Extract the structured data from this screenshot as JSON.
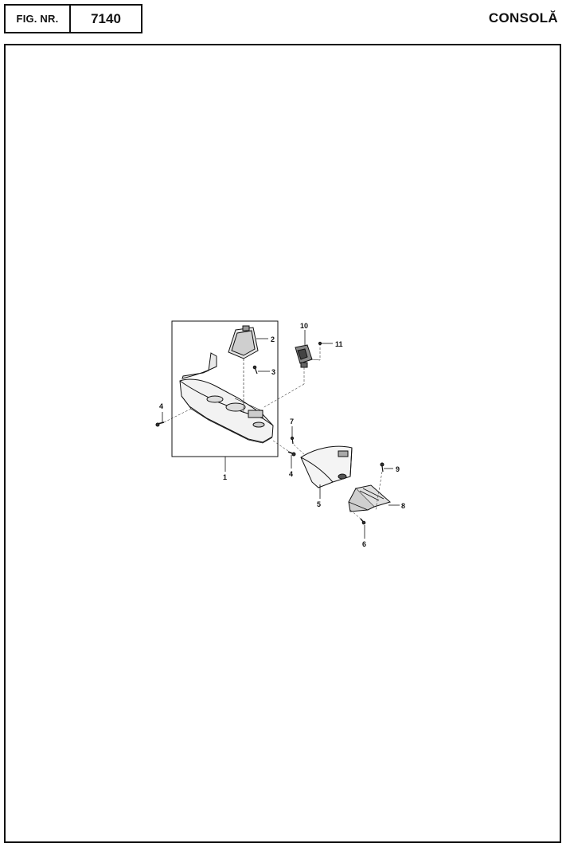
{
  "header": {
    "fig_label": "FIG. NR.",
    "fig_number": "7140",
    "title": "CONSOLĂ"
  },
  "diagram": {
    "callouts": {
      "c1": "1",
      "c2": "2",
      "c3": "3",
      "c4a": "4",
      "c4b": "4",
      "c5": "5",
      "c6": "6",
      "c7": "7",
      "c8": "8",
      "c9": "9",
      "c10": "10",
      "c11": "11"
    }
  }
}
